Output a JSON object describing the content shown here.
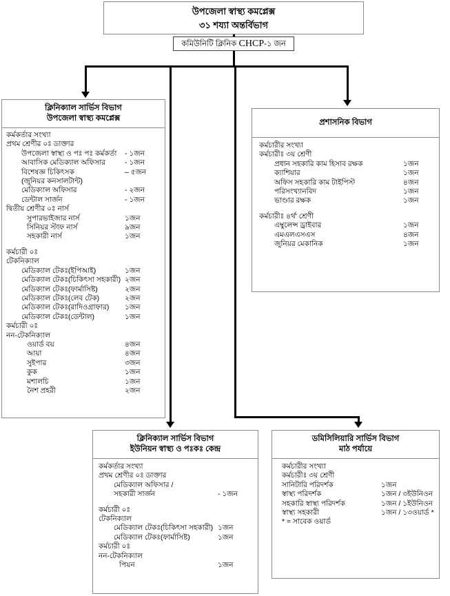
{
  "header": {
    "root_title_line1": "উপজেলা স্বাস্থ্য কমপ্লেক্স",
    "root_title_line2": "৩১ শয্যা অন্তর্বিভাগ",
    "chcp_label_bn_prefix": "কমিউনিটি ক্লিনিক ",
    "chcp_label_latin": "CHCP",
    "chcp_label_bn_suffix": "-১ জন"
  },
  "clinical": {
    "title_line1": "ক্লিনিক্যাল সার্ভিস বিভাগ",
    "title_line2": "উপজেলা স্বাস্থ্য কমপ্লেক্স",
    "section_officers_heading": "কর্মকর্তার সংখ্যা",
    "class1_heading": "প্রথম শ্রেণীর ০ঃ ডাক্তার",
    "class1_rows": [
      {
        "label": "উপজেলা স্বাস্থ্য ও পঃ পঃ কর্মকর্তা",
        "value": "- ১জন"
      },
      {
        "label": "আবাসিক মেডিক্যাল অফিসার",
        "value": "- ১জন"
      },
      {
        "label": "বিশেষজ্ঞ  চিকিৎসক",
        "value": "– ৫জন"
      },
      {
        "label": "(জুনিয়র কনসালটান্ট)",
        "value": ""
      },
      {
        "label": "মেডিক্যাল অফিসার",
        "value": "- ২জন"
      },
      {
        "label": "ডেন্টাল সার্জন",
        "value": "- ১জন"
      }
    ],
    "class2_heading": "দ্বিতীয় শ্রেণীর ০ঃ নার্স",
    "class2_rows": [
      {
        "label": "সুপারভাইজার নার্স",
        "value": "১জন"
      },
      {
        "label": "সিনিয়র স্টাফ  নার্স",
        "value": "৯জন"
      },
      {
        "label": "সহকারী নার্স",
        "value": "১জন"
      }
    ],
    "staff_heading_1": "কর্মচারী ০ঃ",
    "technical_heading": "টেকনিক্যাল",
    "technical_rows": [
      {
        "label": "মেডিক্যাল টেকঃ(ইপিআই)",
        "value": "১জন"
      },
      {
        "label": "মেডিক্যাল টেকঃ(চিকিৎসা সহকারী)",
        "value": "২জন"
      },
      {
        "label": "মেডিক্যাল টেকঃ(ফার্মাসিষ্ট)",
        "value": "২জন"
      },
      {
        "label": "মেডিক্যাল টেকঃ(লেব টেক)",
        "value": "২জন"
      },
      {
        "label": "মেডিক্যাল টেকঃ(রাদিওগ্রাফার)",
        "value": "১জন"
      },
      {
        "label": "মেডিক্যাল টেকঃ(ডেন্টাল)",
        "value": "১জন"
      }
    ],
    "staff_heading_2": "কর্মচারী ০ঃ",
    "nontechnical_heading": "নন-টেকনিক্যাল",
    "nontechnical_rows": [
      {
        "label": "ওয়ার্ড বয়",
        "value": "৪জন"
      },
      {
        "label": "আয়া",
        "value": "৪জন"
      },
      {
        "label": "সুইপার",
        "value": "৩জন"
      },
      {
        "label": "কুক",
        "value": "১জন"
      },
      {
        "label": "মশালচি",
        "value": "১জন"
      },
      {
        "label": "নৈশ প্রহরী",
        "value": "২জন"
      }
    ]
  },
  "admin": {
    "title_line1": "প্রশাসনিক বিভাগ",
    "staff_count_heading": "কর্মচারীর সংখ্যা",
    "class3_heading": "কর্মচারীঃ ৩য় শ্রেণী",
    "class3_rows": [
      {
        "label": "প্রধান সহকারি কাম হিসাব রক্ষক",
        "value": "১জন"
      },
      {
        "label": "ক্যাশিয়ার",
        "value": "১জন"
      },
      {
        "label": "অফিস সহকারি  কাম টাইপিস্ট",
        "value": "৪জন"
      },
      {
        "label": "পরিসংখ্যানবিদ",
        "value": "১জন"
      },
      {
        "label": "ভাণ্ডার রক্ষক",
        "value": "১জন"
      }
    ],
    "class4_heading": "কর্মচারীঃ ৪র্থ' শ্রেণী",
    "class4_rows": [
      {
        "label": "এম্বুলেন্স ড্রাইবার",
        "value": "১জন"
      },
      {
        "label": "এমএলএসএস",
        "value": "৪জন"
      },
      {
        "label": "জুনিয়র মেকানিক",
        "value": "১জন"
      }
    ]
  },
  "union": {
    "title_line1": "ক্লিনিক্যাল সার্ভিস বিভাগ",
    "title_line2": "ইউনিয়ন স্বাস্থ্য ও পঃকঃ কেন্দ্র",
    "officers_heading": "কর্মকর্তার সংখ্যা",
    "class1_heading": "প্রথম শ্রেণীর ০ঃ ডাক্তার",
    "class1_rows": [
      {
        "label": "মেডিক্যাল অফিসার /",
        "value": ""
      },
      {
        "label": "সহকারী সার্জন",
        "value": "- ১জন"
      }
    ],
    "staff_heading_1": "কর্মচারী ০ঃ",
    "technical_heading": "টেকনিক্যাল",
    "technical_rows": [
      {
        "label": "মেডিক্যাল টেকঃ(চিকিৎসা সহকারী)",
        "value": "১জন"
      },
      {
        "label": "মেডিক্যাল টেকঃ(ফার্মাসিষ্ট)",
        "value": "১জন"
      }
    ],
    "staff_heading_2": "কর্মচারী ০ঃ",
    "nontechnical_heading": "নন-টেকনিক্যাল",
    "nontechnical_rows": [
      {
        "label": "পিয়ন",
        "value": "১জন"
      }
    ]
  },
  "domiciliary": {
    "title_line1": "ডমিসিলিয়ারি সার্ভিস বিভাগ",
    "title_line2": "মাঠ পর্যায়ে",
    "staff_count_heading": "কর্মচারীর সংখ্যা",
    "class3_heading": "কর্মচারীঃ ৩য় শ্রেণী",
    "rows": [
      {
        "label": "সানিটারি পরিদর্শক",
        "value": "১জন"
      },
      {
        "label": "স্বাস্থ্য পরিদর্শক",
        "value": "১জন / ৩ইউনিওন"
      },
      {
        "label": "সহকারি স্বাস্থ্য পরিদর্শক",
        "value": "১জন / ১ইউনিওন"
      },
      {
        "label": "স্বাস্থ্য সহকারী",
        "value": "১জন / ১৩ওয়ার্ড *"
      }
    ],
    "footnote": "* = সাবেক ওয়ার্ড"
  },
  "colors": {
    "border": "#8a8a8a",
    "connector": "#000000",
    "background": "#ffffff",
    "text": "#000000"
  }
}
